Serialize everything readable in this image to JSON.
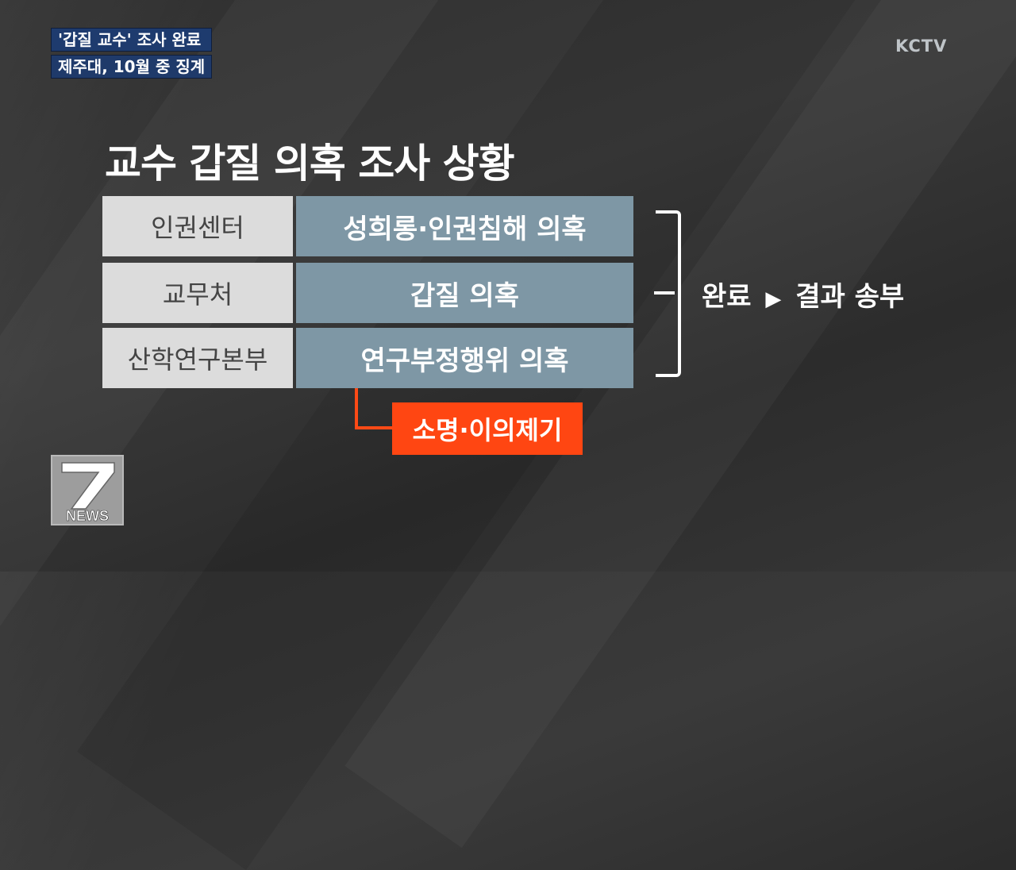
{
  "caption": {
    "line1": "'갑질 교수' 조사 완료",
    "line2": "제주대, 10월 중 징계"
  },
  "broadcaster": "KCTV",
  "title": "교수 갑질 의혹 조사 상황",
  "rows": [
    {
      "org": "인권센터",
      "item": "성희롱·인권침해 의혹"
    },
    {
      "org": "교무처",
      "item": "갑질 의혹"
    },
    {
      "org": "산학연구본부",
      "item": "연구부정행위 의혹"
    }
  ],
  "result": {
    "left": "완료",
    "arrow": "▶",
    "right": "결과 송부"
  },
  "objection": "소명·이의제기",
  "news_logo": {
    "number": "7",
    "label": "NEWS"
  },
  "colors": {
    "caption_bg": "#1e3b6e",
    "org_bg": "#dcdcdc",
    "item_bg": "#7e97a5",
    "accent": "#ff4612"
  }
}
